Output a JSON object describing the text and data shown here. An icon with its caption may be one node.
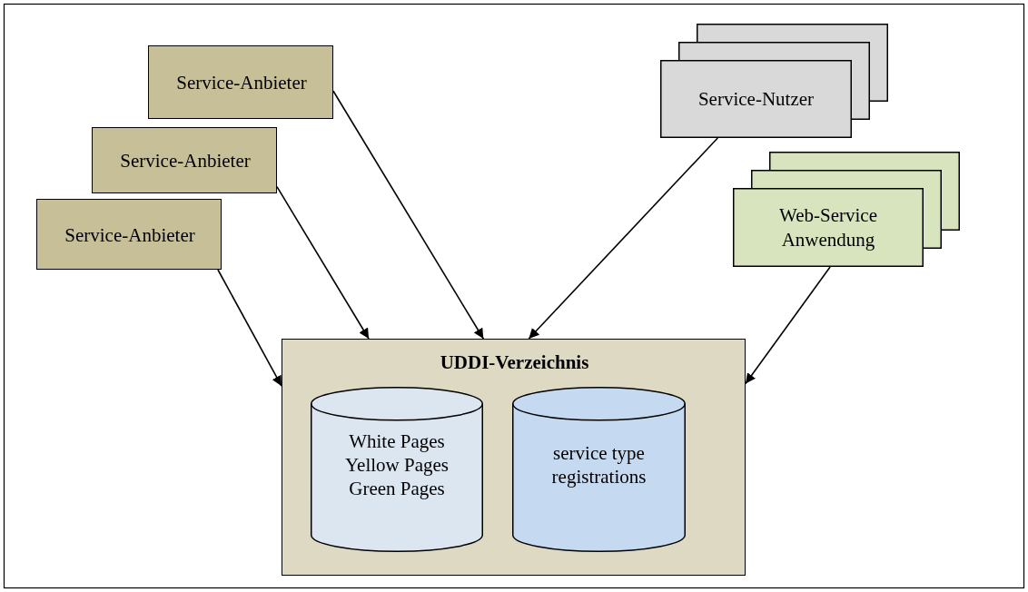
{
  "diagram": {
    "nodes": [
      {
        "text": [
          "Service-Anbieter"
        ]
      },
      {
        "text": [
          "Service-Anbieter"
        ]
      },
      {
        "text": [
          "Service-Anbieter"
        ]
      },
      {
        "text": [
          "Service-Nutzer"
        ]
      },
      {
        "text": [
          "Web-Service Anwendung"
        ]
      },
      {
        "text": [
          "UDDI-Verzeichnis"
        ]
      },
      {
        "text": [
          "White Pages Yellow Pages Green Pages"
        ],
        "in": 5
      },
      {
        "text": [
          "service type registrations"
        ],
        "in": 5
      }
    ],
    "edges": [
      {
        "from": 0,
        "to": 5,
        "arrow": "to"
      },
      {
        "from": 1,
        "to": 5,
        "arrow": "to"
      },
      {
        "from": 2,
        "to": 5,
        "arrow": "to"
      },
      {
        "from": 3,
        "to": 5,
        "arrow": "to"
      },
      {
        "from": 4,
        "to": 5,
        "arrow": "to"
      }
    ]
  }
}
